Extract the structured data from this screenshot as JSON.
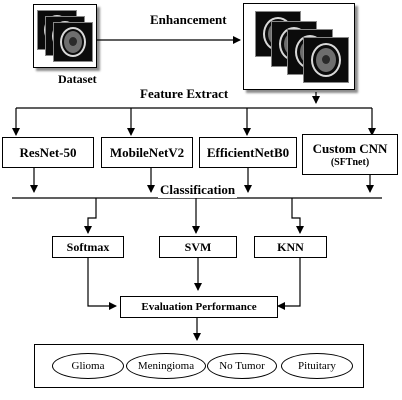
{
  "dataset": {
    "label": "Dataset"
  },
  "enhancement": {
    "label": "Enhancement"
  },
  "feature_extract": {
    "label": "Feature Extract"
  },
  "models": [
    {
      "label": "ResNet-50"
    },
    {
      "label": "MobileNetV2"
    },
    {
      "label": "EfficientNetB0"
    },
    {
      "label": "Custom CNN",
      "sublabel": "(SFTnet)"
    }
  ],
  "classification": {
    "label": "Classification"
  },
  "classifiers": [
    {
      "label": "Softmax"
    },
    {
      "label": "SVM"
    },
    {
      "label": "KNN"
    }
  ],
  "evaluation": {
    "label": "Evaluation Performance"
  },
  "classes": [
    {
      "label": "Glioma"
    },
    {
      "label": "Meningioma"
    },
    {
      "label": "No Tumor"
    },
    {
      "label": "Pituitary"
    }
  ]
}
